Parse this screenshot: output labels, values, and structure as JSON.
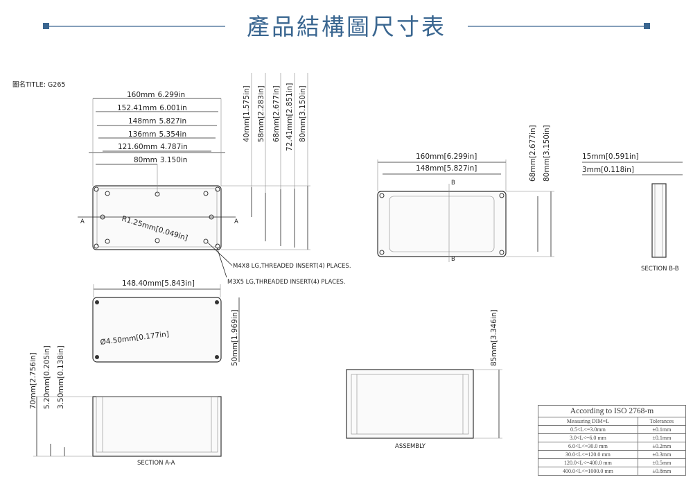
{
  "header": {
    "title": "產品結構圖尺寸表",
    "drawing_title": "圖名TITLE:  G265",
    "accent": "#3a6690"
  },
  "top_view": {
    "h_dims": [
      "160mm",
      "6.299in",
      "152.41mm",
      "6.001in",
      "148mm",
      "5.827in",
      "136mm",
      "5.354in",
      "121.60mm",
      "4.787in",
      "80mm",
      "3.150in"
    ],
    "v_dims": [
      "40mm[1.575in]",
      "58mm[2.283in]",
      "68mm[2.677in]",
      "72.41mm[2.851in]",
      "80mm[3.150in]"
    ],
    "radius": "R1.25mm[0.049in]",
    "section_mark": "A",
    "note1": "M4X8 LG,THREADED INSERT(4) PLACES.",
    "note2": "M3X5 LG,THREADED INSERT(4) PLACES."
  },
  "side_view": {
    "h_dims": [
      "160mm[6.299in]",
      "148mm[5.827in]"
    ],
    "v_dims": [
      "68mm[2.677in]",
      "80mm[3.150in]"
    ],
    "section_mark": "B"
  },
  "section_bb": {
    "dims": [
      "15mm[0.591in]",
      "3mm[0.118in]"
    ],
    "label": "SECTION B-B"
  },
  "lid_view": {
    "width": "148.40mm[5.843in]",
    "hole": "Ø4.50mm[0.177in]",
    "height": "50mm[1.969in]"
  },
  "section_aa": {
    "v_dims": [
      "70mm[2.756in]",
      "5.20mm[0.205in]",
      "3.50mm[0.138in]"
    ],
    "label": "SECTION A-A"
  },
  "assembly": {
    "height": "85mm[3.346in]",
    "label": "ASSEMBLY"
  },
  "tolerance_table": {
    "title": "According to ISO 2768-m",
    "headers": [
      "Measuring  DIM=L",
      "Tolerances"
    ],
    "rows": [
      [
        "0.5<L<=3.0mm",
        "±0.1mm"
      ],
      [
        "3.0<L<=6.0 mm",
        "±0.1mm"
      ],
      [
        "6.0<L<=30.0 mm",
        "±0.2mm"
      ],
      [
        "30.0<L<=120.0 mm",
        "±0.3mm"
      ],
      [
        "120.0<L<=400.0 mm",
        "±0.5mm"
      ],
      [
        "400.0<L<=1000.0 mm",
        "±0.8mm"
      ]
    ]
  }
}
